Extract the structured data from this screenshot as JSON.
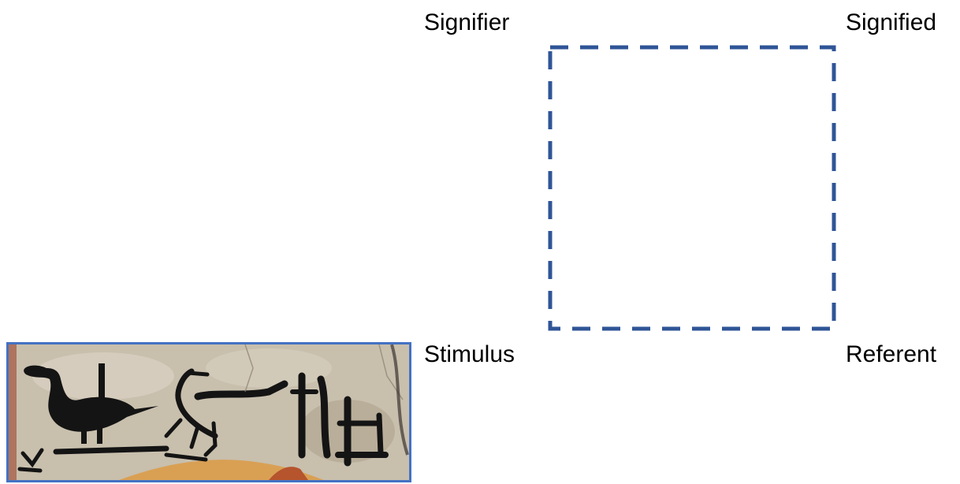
{
  "diagram": {
    "labels": {
      "signifier": "Signifier",
      "signified": "Signified",
      "stimulus": "Stimulus",
      "referent": "Referent"
    },
    "square": {
      "stroke_color": "#2f5597",
      "style": "dashed"
    },
    "image": {
      "subject": "painted-hieroglyphs-birds",
      "frame_color": "#4472c4"
    }
  }
}
